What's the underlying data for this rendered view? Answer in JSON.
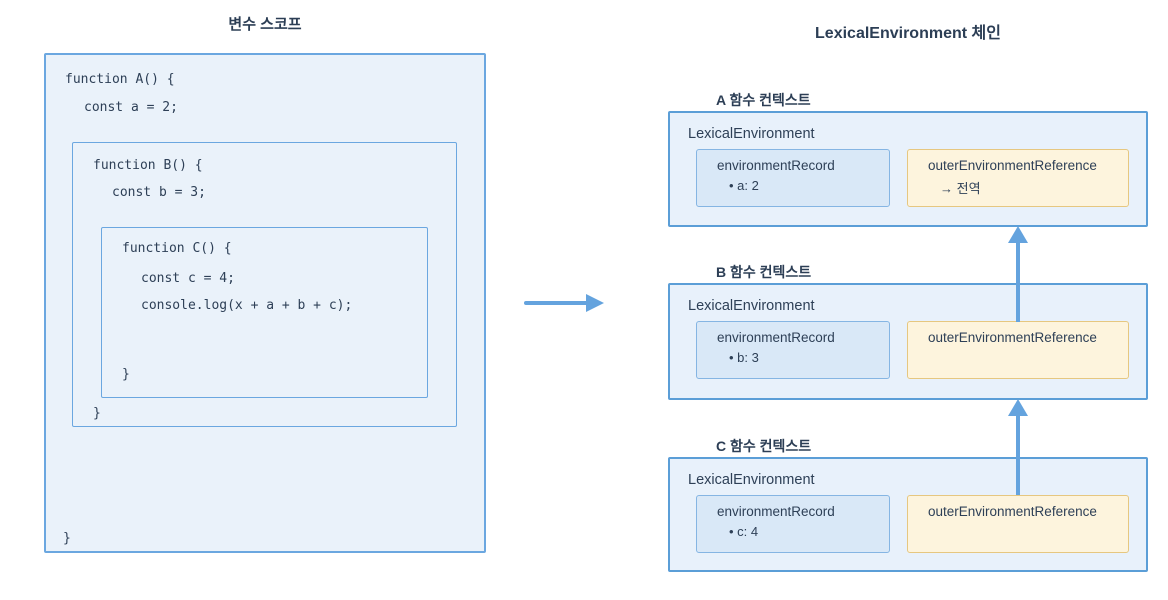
{
  "left": {
    "title": "변수 스코프",
    "code_lines": {
      "fn_a_open": "function A() {",
      "const_a": "const a = 2;",
      "fn_b_open": "function B() {",
      "const_b": "const b = 3;",
      "fn_c_open": "function C() {",
      "const_c": "const c = 4;",
      "console_log": "console.log(x + a + b + c);",
      "close_c": "}",
      "close_b": "}",
      "close_a": "}"
    }
  },
  "right": {
    "title": "LexicalEnvironment 체인",
    "contexts": [
      {
        "label": "A 함수 컨텍스트",
        "lexical_environment_label": "LexicalEnvironment",
        "environment_record": {
          "title": "environmentRecord",
          "entry": "• a: 2"
        },
        "outer_environment_reference": {
          "title": "outerEnvironmentReference",
          "target": "→ 전역"
        }
      },
      {
        "label": "B 함수 컨텍스트",
        "lexical_environment_label": "LexicalEnvironment",
        "environment_record": {
          "title": "environmentRecord",
          "entry": "• b: 3"
        },
        "outer_environment_reference": {
          "title": "outerEnvironmentReference",
          "target": ""
        }
      },
      {
        "label": "C 함수 컨텍스트",
        "lexical_environment_label": "LexicalEnvironment",
        "environment_record": {
          "title": "environmentRecord",
          "entry": "• c: 4"
        },
        "outer_environment_reference": {
          "title": "outerEnvironmentReference",
          "target": ""
        }
      }
    ]
  },
  "colors": {
    "accent_blue": "#64a3de",
    "scope_box_border": "#6ba7e0",
    "scope_box_fill": "#eaf2fa",
    "context_border": "#5b9ed7",
    "context_fill": "#e8f1fb",
    "record_border": "#85b5e3",
    "record_fill": "#d9e8f7",
    "reference_border": "#e6c780",
    "reference_fill": "#fdf4dd",
    "text_navy": "#2e4057"
  }
}
